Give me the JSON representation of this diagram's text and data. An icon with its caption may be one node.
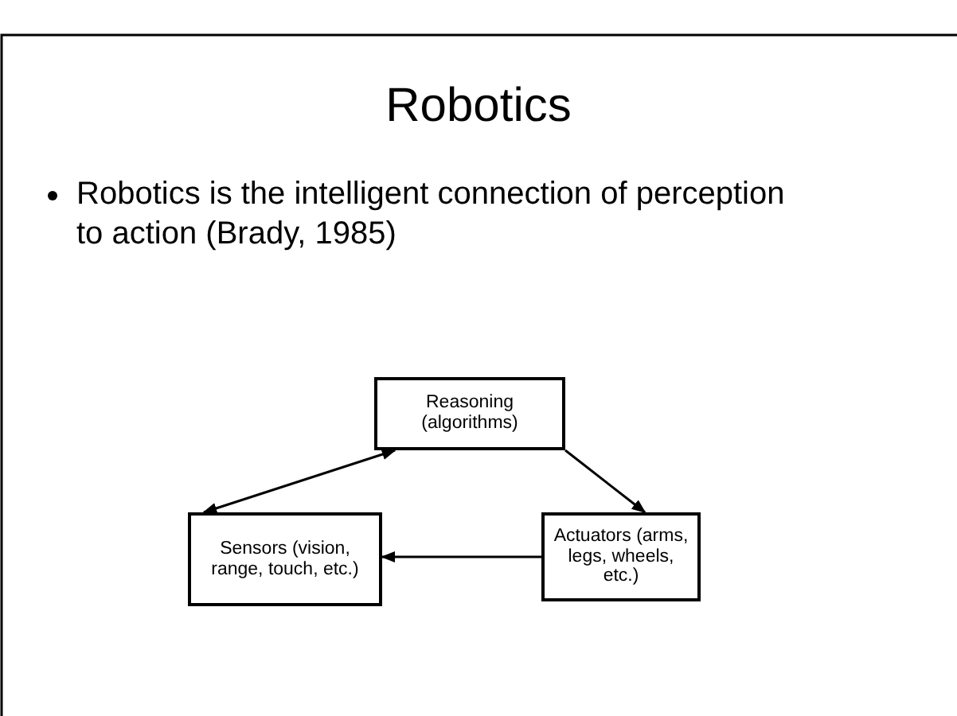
{
  "diagram": {
    "title": "Robotics",
    "nodes": [
      {
        "text": [
          "Reasoning (algorithms)"
        ]
      },
      {
        "text": [
          "Sensors (vision, range, touch, etc.)"
        ]
      },
      {
        "text": [
          "Actuators (arms, legs, wheels, etc.)"
        ]
      }
    ],
    "edges": [
      {
        "from": 0,
        "to": 1,
        "arrow": "both"
      },
      {
        "from": 0,
        "to": 2,
        "arrow": "to"
      },
      {
        "from": 2,
        "to": 1,
        "arrow": "to"
      }
    ],
    "labels": [
      "Robotics is the intelligent connection of perception to action (Brady, 1985)"
    ]
  }
}
